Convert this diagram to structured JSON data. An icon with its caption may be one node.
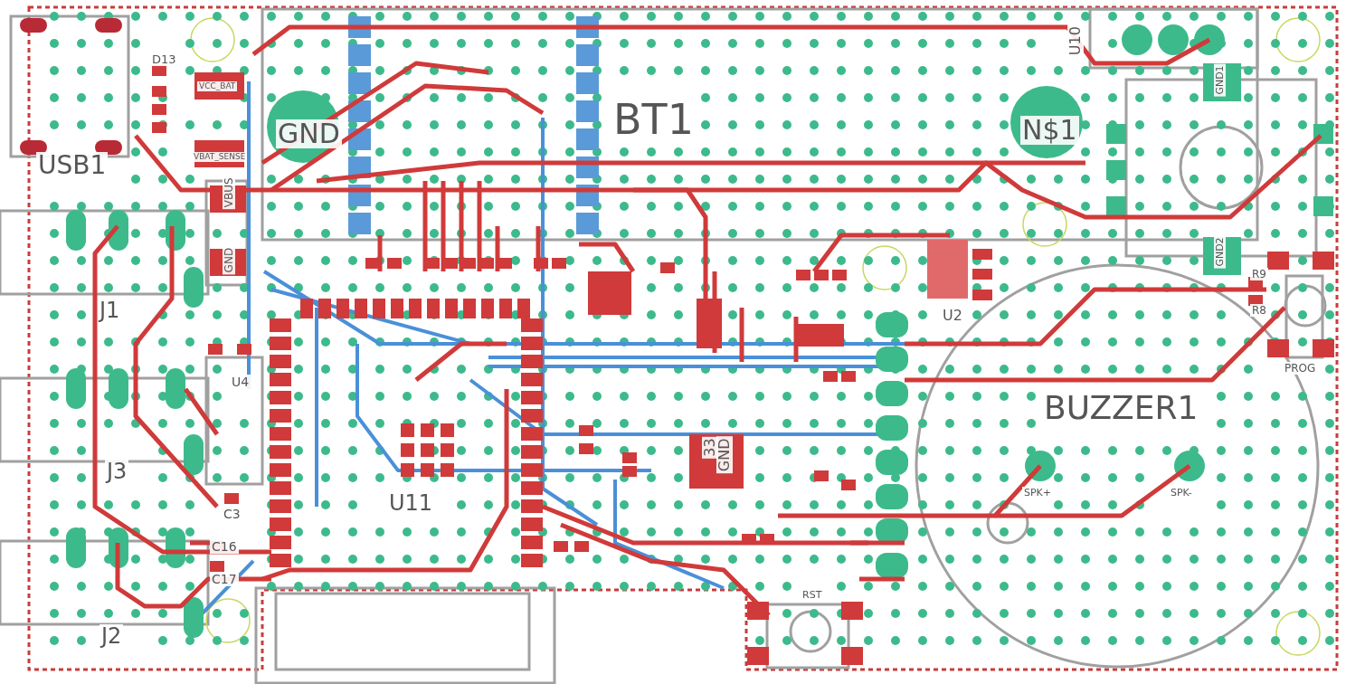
{
  "diagram": {
    "labels": [
      "D13",
      "VCC_BAT",
      "U10",
      "GND1",
      "BT1",
      "GND",
      "N$1",
      "VBAT_SENSE",
      "USB1",
      "VBUS",
      "GND",
      "GND2",
      "R9",
      "U2",
      "J1",
      "R8",
      "PROG",
      "U4",
      "BUZZER1",
      "33",
      "GND",
      "J3",
      "SPK+",
      "SPK-",
      "U11",
      "C3",
      "C16",
      "C17",
      "RST",
      "J2"
    ]
  }
}
